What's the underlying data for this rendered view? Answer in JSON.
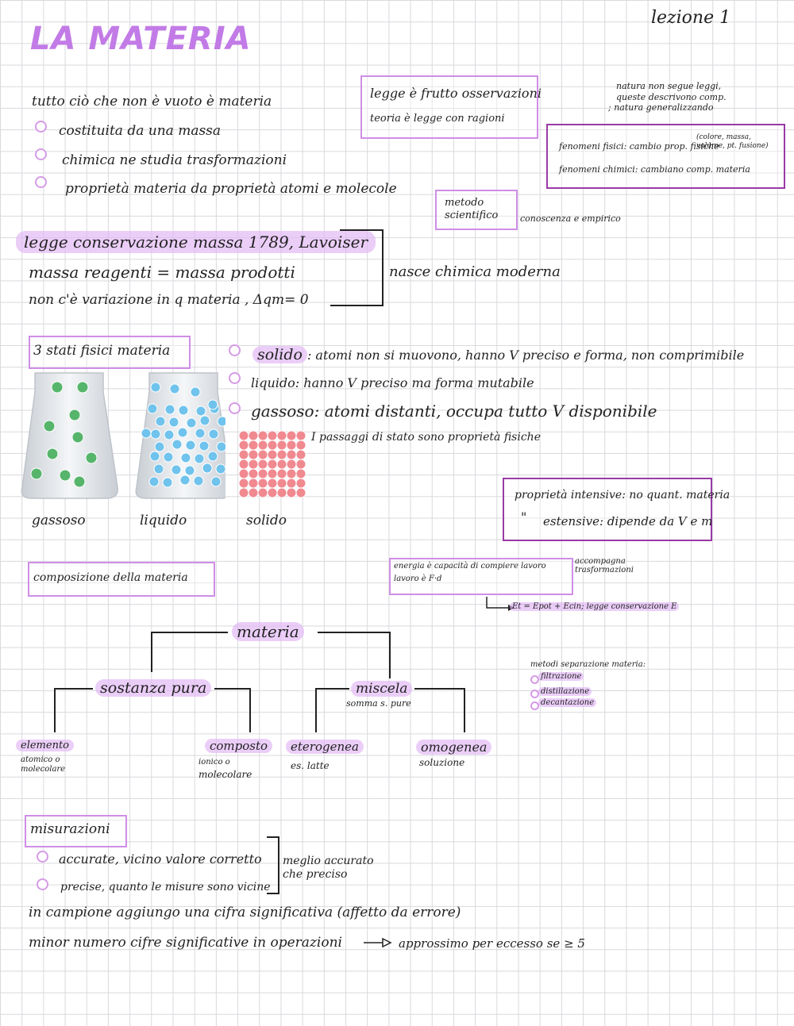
{
  "header": {
    "title": "LA MATERIA",
    "lesson": "lezione 1"
  },
  "intro": {
    "line": "tutto ciò che non è vuoto è materia",
    "bullets": [
      "costituita da una massa",
      "chimica ne studia trasformazioni",
      "proprietà materia da proprietà atomi e molecole"
    ]
  },
  "legge_box": {
    "line1": "legge è frutto osservazioni",
    "line2": "teoria è legge con ragioni"
  },
  "side_note": {
    "line1": "natura non segue leggi,",
    "line2": "queste descrivono comp.",
    "line3": "; natura generalizzando"
  },
  "fenomeni_box": {
    "fisici": "fenomeni fisici: cambio prop. fisiche",
    "fisici_paren": "(colore, massa, volume, pt. fusione)",
    "chimici": "fenomeni chimici: cambiano comp. materia"
  },
  "metodo": {
    "box": "metodo scientifico",
    "note": "conoscenza e empirico"
  },
  "conservazione": {
    "line1": "legge conservazione massa 1789, Lavoiser",
    "line2": "massa reagenti = massa prodotti",
    "line3": "non c'è variazione in q materia , Δqm= 0",
    "bracket_note": "nasce chimica moderna"
  },
  "stati": {
    "box": "3 stati fisici materia",
    "bullets": [
      {
        "key": "solido",
        "text": ": atomi non si muovono, hanno V preciso e forma, non comprimibile"
      },
      {
        "key": "liquido",
        "text": ": hanno V preciso ma forma mutabile"
      },
      {
        "key": "gassoso",
        "text": ": atomi distanti, occupa tutto V disponibile"
      }
    ],
    "passaggi": "I passaggi di stato sono proprietà fisiche",
    "labels": [
      "gassoso",
      "liquido",
      "solido"
    ]
  },
  "proprieta_box": {
    "line1": "proprietà intensive: no quant. materia",
    "line2_mark": "\"",
    "line2": "estensive: dipende da V e m"
  },
  "energia": {
    "line1": "energia è capacità di compiere lavoro",
    "line2": "lavoro è F·d",
    "side": "accompagna trasformazioni",
    "arrow_note": "Et = Epot + Ecin; legge conservazione E"
  },
  "composizione": {
    "box": "composizione della materia",
    "tree": {
      "root": "materia",
      "left": "sostanza pura",
      "right": "miscela",
      "right_sub": "somma s. pure",
      "leaves": [
        {
          "label": "elemento",
          "sub1": "atomico o",
          "sub2": "molecolare"
        },
        {
          "label": "composto",
          "sub1": "ionico o",
          "sub2": "molecolare"
        },
        {
          "label": "eterogenea",
          "sub1": "es. latte",
          "sub2": ""
        },
        {
          "label": "omogenea",
          "sub1": "soluzione",
          "sub2": ""
        }
      ]
    },
    "metodi_title": "metodi separazione materia:",
    "metodi": [
      "filtrazione",
      "distillazione",
      "decantazione"
    ]
  },
  "misurazioni": {
    "box": "misurazioni",
    "bullets": [
      "accurate, vicino valore corretto",
      "precise, quanto le misure sono vicine"
    ],
    "bracket_note1": "meglio accurato",
    "bracket_note2": "che preciso",
    "line1": "in campione aggiungo una cifra significativa (affetto da errore)",
    "line2": "minor numero cifre significative in operazioni",
    "line2_arrow": "approssimo per eccesso se ≥ 5"
  },
  "colors": {
    "accent": "#c27be6",
    "highlight": "#e1b4f5",
    "box_dark": "#9a3aa6",
    "gas_particle": "#56b56b",
    "liquid_particle": "#6fc3ec",
    "solid_particle": "#f08a90"
  }
}
